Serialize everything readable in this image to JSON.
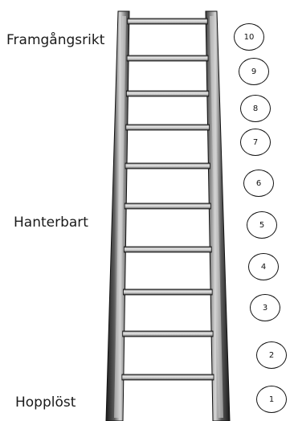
{
  "labels": {
    "top": "Framgångsrikt",
    "middle": "Hanterbart",
    "bottom": "Hopplöst"
  },
  "scale": [
    "1",
    "2",
    "3",
    "4",
    "5",
    "6",
    "7",
    "8",
    "9",
    "10"
  ],
  "colors": {
    "ladder_dark": "#1b1b1b",
    "ladder_mid": "#8c8c8c",
    "ladder_light": "#e6e6e6",
    "text": "#1a1a1a"
  }
}
